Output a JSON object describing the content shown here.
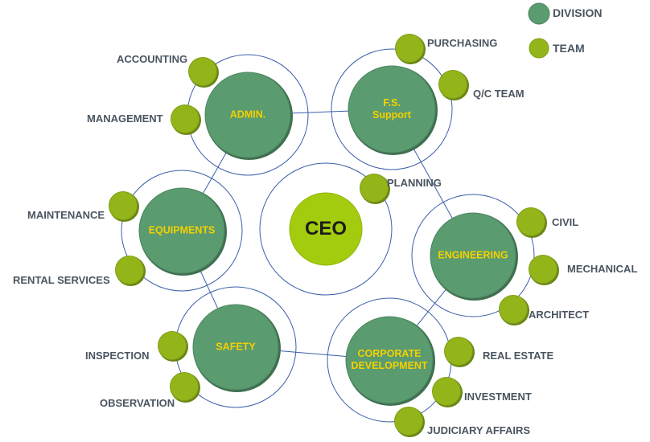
{
  "colors": {
    "division": "#5a9b70",
    "team": "#93b51a",
    "ceo": "#a4cc0e",
    "ring": "#3b5ea8",
    "division_text": "#f5d000",
    "label_text": "#4a5560"
  },
  "legend": {
    "division": "DIVISION",
    "team": "TEAM"
  },
  "ceo": {
    "label": "CEO",
    "team": "PLANNING"
  },
  "divisions": [
    {
      "id": "admin",
      "lines": [
        "ADMIN."
      ],
      "teams": [
        "ACCOUNTING",
        "MANAGEMENT"
      ]
    },
    {
      "id": "fs-support",
      "lines": [
        "F.S.",
        "Support"
      ],
      "teams": [
        "PURCHASING",
        "Q/C TEAM"
      ]
    },
    {
      "id": "equipments",
      "lines": [
        "EQUIPMENTS"
      ],
      "teams": [
        "MAINTENANCE",
        "RENTAL SERVICES"
      ]
    },
    {
      "id": "engineering",
      "lines": [
        "ENGINEERING"
      ],
      "teams": [
        "CIVIL",
        "MECHANICAL",
        "ARCHITECT"
      ]
    },
    {
      "id": "safety",
      "lines": [
        "SAFETY"
      ],
      "teams": [
        "INSPECTION",
        "OBSERVATION"
      ]
    },
    {
      "id": "corporate-development",
      "lines": [
        "CORPORATE",
        "DEVELOPMENT"
      ],
      "teams": [
        "REAL ESTATE",
        "INVESTMENT",
        "JUDICIARY AFFAIRS"
      ]
    }
  ]
}
